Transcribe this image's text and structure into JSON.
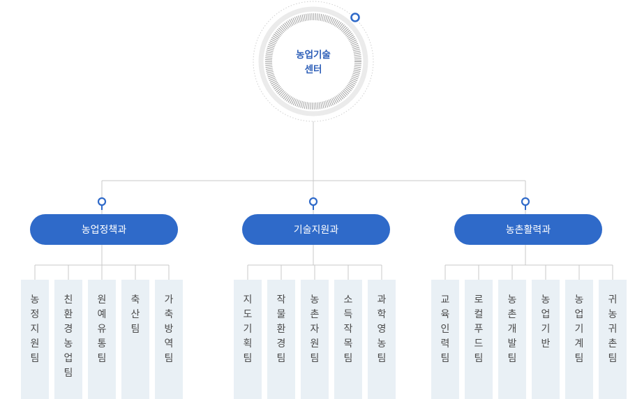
{
  "center": {
    "line1": "농업기술",
    "line2": "센터"
  },
  "colors": {
    "accent": "#2f6ac9",
    "team_bg": "#e9f0f5",
    "connector": "#c9c9c9"
  },
  "departments": [
    {
      "name": "농업정책과",
      "teams": [
        "농정지원팀",
        "친환경농업팀",
        "원예유통팀",
        "축산팀",
        "가축방역팀"
      ]
    },
    {
      "name": "기술지원과",
      "teams": [
        "지도기획팀",
        "작물환경팀",
        "농촌자원팀",
        "소득작목팀",
        "과학영농팀"
      ]
    },
    {
      "name": "농촌활력과",
      "teams": [
        "교육인력팀",
        "로컬푸드팀",
        "농촌개발팀",
        "농업기반",
        "농업기계팀",
        "귀농귀촌팀"
      ]
    }
  ]
}
